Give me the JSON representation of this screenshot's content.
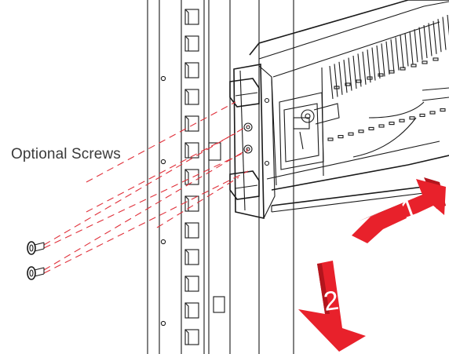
{
  "labels": {
    "optional_screws": "Optional Screws",
    "step_1": "1",
    "step_2": "2"
  },
  "colors": {
    "line": "#1a1a1a",
    "dashed_guide": "#e0303a",
    "arrow_fill": "#e8212b",
    "arrow_shadow": "#b3151d",
    "label_text": "#3a3a3a"
  },
  "icons": {
    "screw": "screw-icon",
    "arrow_1": "red-arrow-left-down-icon",
    "arrow_2": "red-arrow-down-icon"
  }
}
